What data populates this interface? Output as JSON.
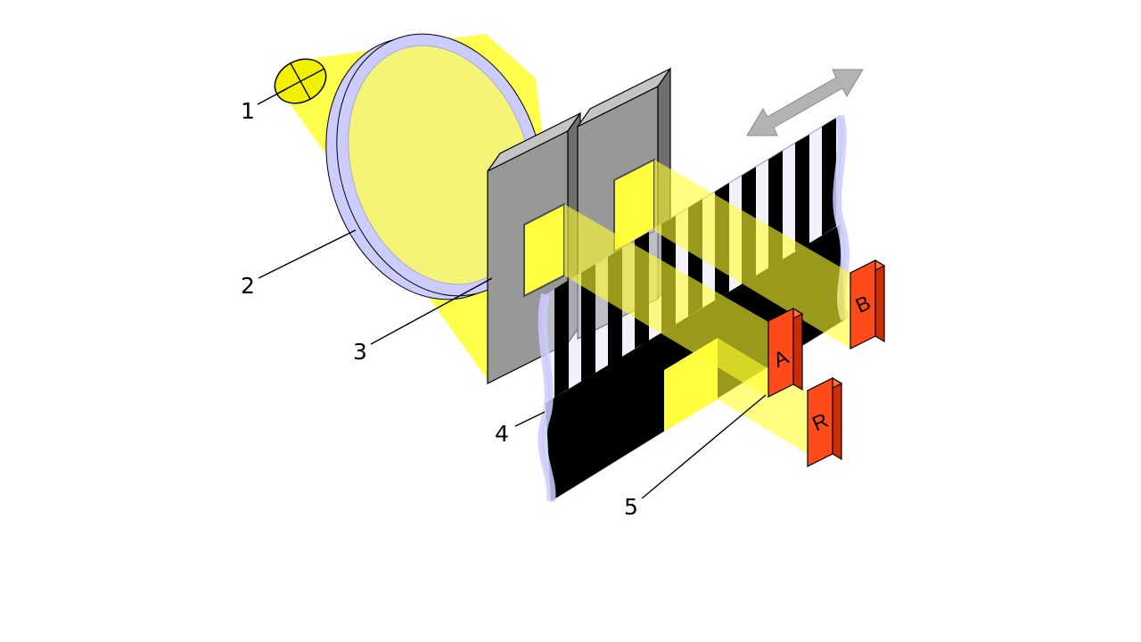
{
  "diagram": {
    "callouts": [
      {
        "label": "1",
        "target": "light-source"
      },
      {
        "label": "2",
        "target": "condenser-lens"
      },
      {
        "label": "3",
        "target": "aperture-mask"
      },
      {
        "label": "4",
        "target": "encoder-scale"
      },
      {
        "label": "5",
        "target": "photodetector"
      }
    ],
    "detectors": [
      {
        "label": "A"
      },
      {
        "label": "B"
      },
      {
        "label": "R"
      }
    ],
    "colors": {
      "background": "#ffffff",
      "bulb_yellow": "#f0f000",
      "light_yellow": "#ffff4d",
      "beam_yellow": "#ffff2e",
      "window_yellow": "#ffff40",
      "lens_rim": "#ccccff",
      "lens_glass": "#f5f570",
      "plate_lavender": "#e4e4fa",
      "plate_edge": "#ccccff",
      "mask_gray": "#989898",
      "mask_gray_light": "#c4c4c4",
      "mask_gray_dark": "#6f6f6f",
      "stripe_black": "#000000",
      "detector_front": "#ff4a1a",
      "detector_side": "#cc2e00",
      "detector_top": "#ff7033",
      "arrow_gray": "#b3b3b3",
      "label_color": "#000000"
    }
  }
}
